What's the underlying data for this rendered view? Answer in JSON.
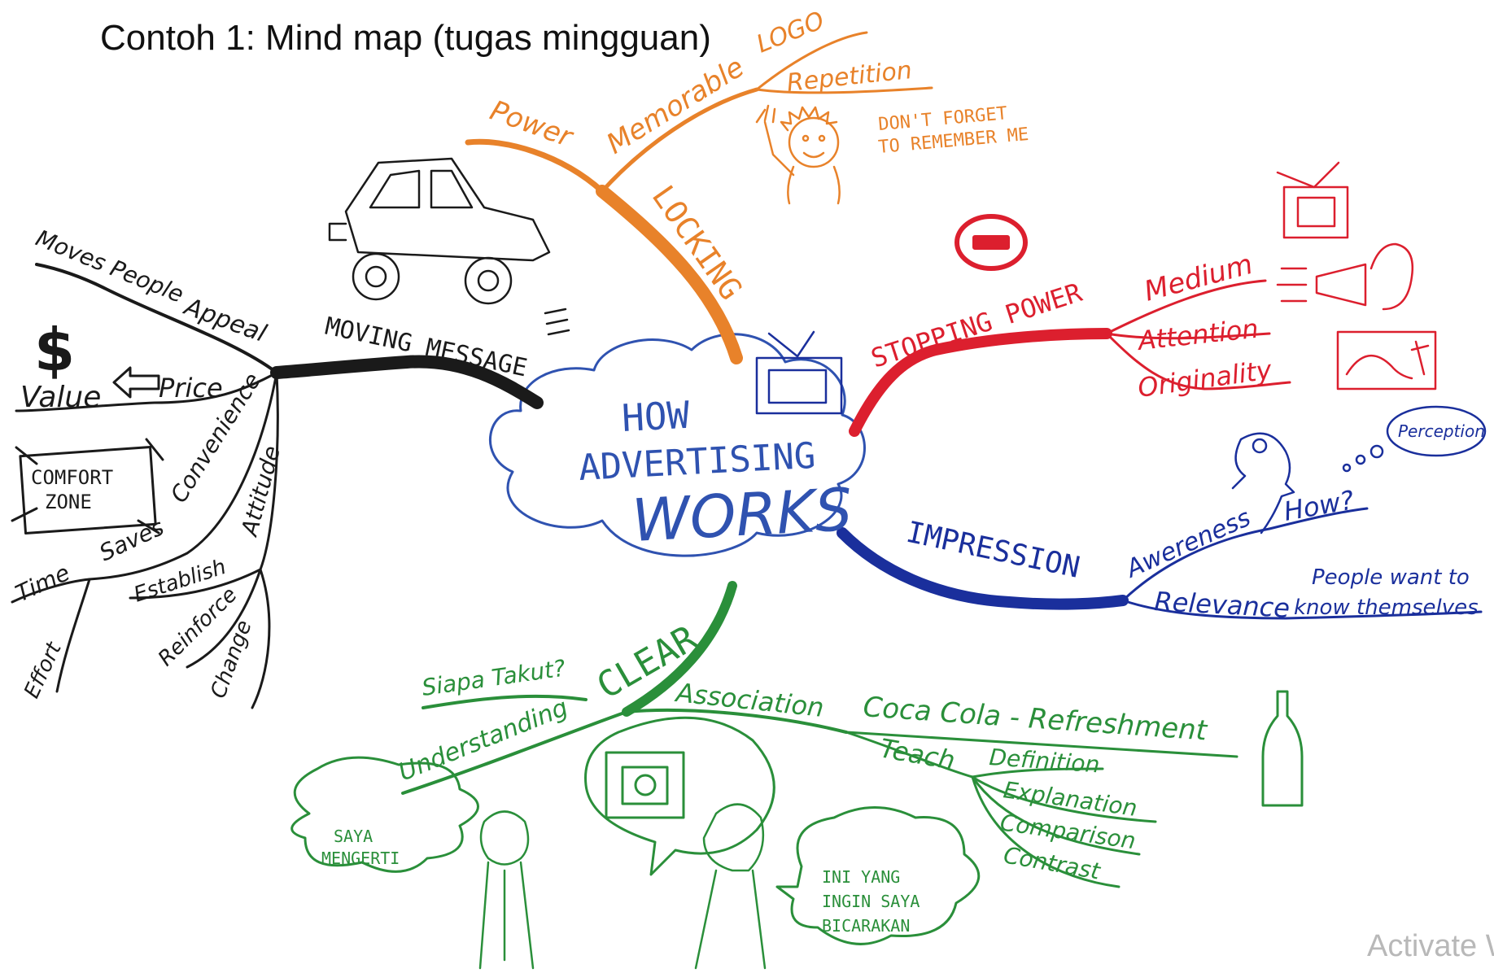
{
  "title": "Contoh 1: Mind map (tugas mingguan)",
  "watermark": "Activate W",
  "colors": {
    "center": "#2f52b0",
    "orange": "#e8822a",
    "red": "#dc1f2e",
    "blue": "#1a2f9c",
    "green": "#2a8f3a",
    "black": "#1a1a1a"
  },
  "center": {
    "line1": "HOW",
    "line2": "ADVERTISING",
    "line3": "WORKS"
  },
  "branches": {
    "locking": {
      "label": "LOCKING",
      "power": "Power",
      "memorable": "Memorable",
      "logo": "LOGO",
      "repetition": "Repetition",
      "note_line1": "DON'T FORGET",
      "note_line2": "TO REMEMBER ME"
    },
    "stopping": {
      "label": "STOPPING POWER",
      "medium": "Medium",
      "attention": "Attention",
      "originality": "Originality"
    },
    "impression": {
      "label": "IMPRESSION",
      "awareness": "Awereness",
      "how": "How?",
      "perception": "Perception",
      "relevance": "Relevance",
      "people_line1": "People want to",
      "people_line2": "know themselves"
    },
    "clear": {
      "label": "CLEAR",
      "siapa": "Siapa Takut?",
      "understanding": "Understanding",
      "association": "Association",
      "coca": "Coca Cola - Refreshment",
      "teach": "Teach",
      "definition": "Definition",
      "explanation": "Explanation",
      "comparison": "Comparison",
      "contrast": "Contrast",
      "bubble1_line1": "SAYA",
      "bubble1_line2": "MENGERTI",
      "bubble2_line1": "INI YANG",
      "bubble2_line2": "INGIN SAYA",
      "bubble2_line3": "BICARAKAN"
    },
    "moving": {
      "label": "MOVING MESSAGE",
      "moves": "Moves People",
      "appeal": "Appeal",
      "dollar": "$",
      "value": "Value",
      "price": "Price",
      "comfort_line1": "COMFORT",
      "comfort_line2": "ZONE",
      "convenience": "Convenience",
      "time": "Time",
      "saves": "Saves",
      "effort": "Effort",
      "attitude": "Attitude",
      "establish": "Establish",
      "reinforce": "Reinforce",
      "change": "Change"
    }
  }
}
